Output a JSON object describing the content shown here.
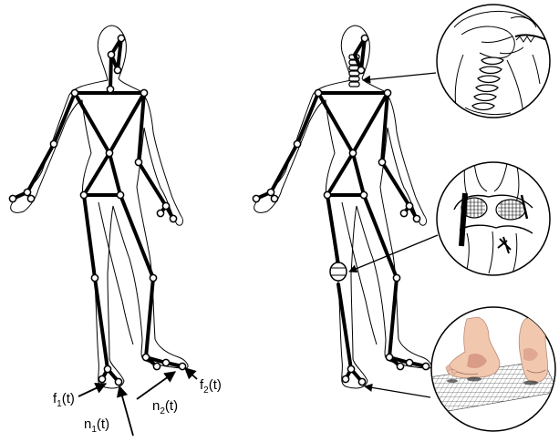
{
  "labels": {
    "f1": {
      "base": "f",
      "sub": "1",
      "arg": "(t)"
    },
    "n1": {
      "base": "n",
      "sub": "1",
      "arg": "(t)"
    },
    "n2": {
      "base": "n",
      "sub": "2",
      "arg": "(t)"
    },
    "f2": {
      "base": "f",
      "sub": "2",
      "arg": "(t)"
    }
  },
  "colors": {
    "stroke": "#000000",
    "skin": "#f1c8ae",
    "skin_shadow": "#d99c86",
    "grid": "#555555"
  }
}
